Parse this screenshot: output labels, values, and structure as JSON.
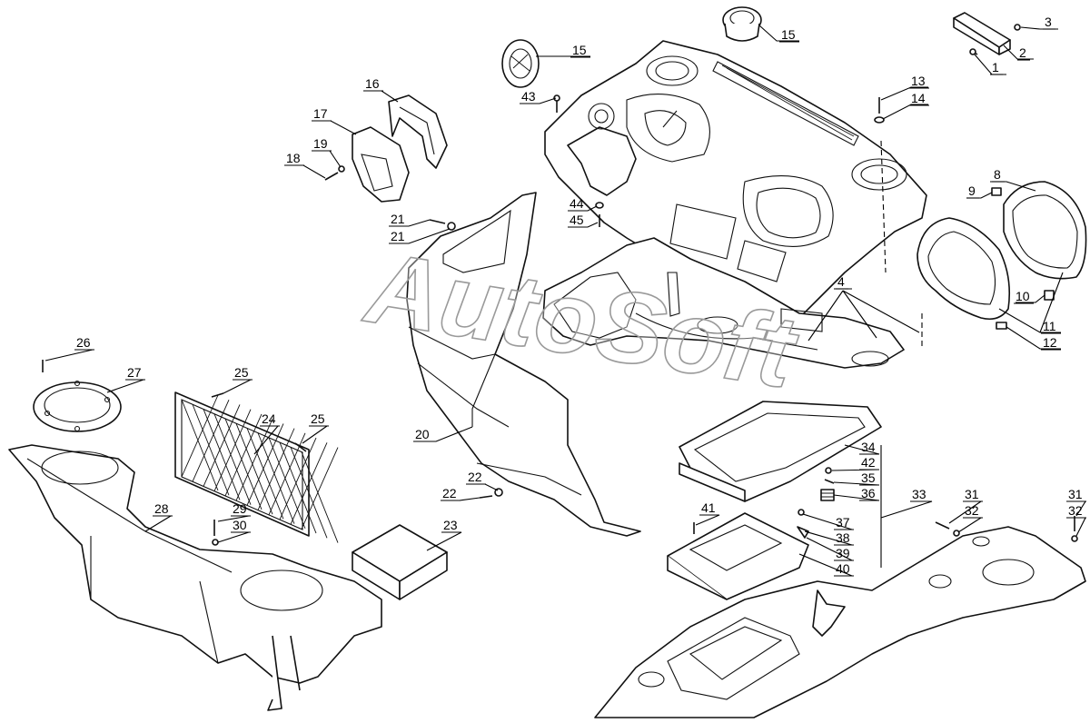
{
  "watermark": "AutoSoft",
  "callouts": [
    {
      "id": "c1",
      "text": "1"
    },
    {
      "id": "c2",
      "text": "2"
    },
    {
      "id": "c3",
      "text": "3"
    },
    {
      "id": "c4",
      "text": "4"
    },
    {
      "id": "c8",
      "text": "8"
    },
    {
      "id": "c9",
      "text": "9"
    },
    {
      "id": "c10",
      "text": "10"
    },
    {
      "id": "c11",
      "text": "11"
    },
    {
      "id": "c12",
      "text": "12"
    },
    {
      "id": "c13",
      "text": "13"
    },
    {
      "id": "c14",
      "text": "14"
    },
    {
      "id": "c15a",
      "text": "15"
    },
    {
      "id": "c15b",
      "text": "15"
    },
    {
      "id": "c16",
      "text": "16"
    },
    {
      "id": "c17",
      "text": "17"
    },
    {
      "id": "c18",
      "text": "18"
    },
    {
      "id": "c19",
      "text": "19"
    },
    {
      "id": "c20",
      "text": "20"
    },
    {
      "id": "c21a",
      "text": "21"
    },
    {
      "id": "c21b",
      "text": "21"
    },
    {
      "id": "c22a",
      "text": "22"
    },
    {
      "id": "c22b",
      "text": "22"
    },
    {
      "id": "c23",
      "text": "23"
    },
    {
      "id": "c24",
      "text": "24"
    },
    {
      "id": "c25a",
      "text": "25"
    },
    {
      "id": "c25b",
      "text": "25"
    },
    {
      "id": "c26",
      "text": "26"
    },
    {
      "id": "c27",
      "text": "27"
    },
    {
      "id": "c28",
      "text": "28"
    },
    {
      "id": "c29",
      "text": "29"
    },
    {
      "id": "c30",
      "text": "30"
    },
    {
      "id": "c31a",
      "text": "31"
    },
    {
      "id": "c31b",
      "text": "31"
    },
    {
      "id": "c32a",
      "text": "32"
    },
    {
      "id": "c32b",
      "text": "32"
    },
    {
      "id": "c33",
      "text": "33"
    },
    {
      "id": "c34",
      "text": "34"
    },
    {
      "id": "c35",
      "text": "35"
    },
    {
      "id": "c36",
      "text": "36"
    },
    {
      "id": "c37",
      "text": "37"
    },
    {
      "id": "c38",
      "text": "38"
    },
    {
      "id": "c39",
      "text": "39"
    },
    {
      "id": "c40",
      "text": "40"
    },
    {
      "id": "c41",
      "text": "41"
    },
    {
      "id": "c42",
      "text": "42"
    },
    {
      "id": "c43",
      "text": "43"
    },
    {
      "id": "c44",
      "text": "44"
    },
    {
      "id": "c45",
      "text": "45"
    }
  ]
}
